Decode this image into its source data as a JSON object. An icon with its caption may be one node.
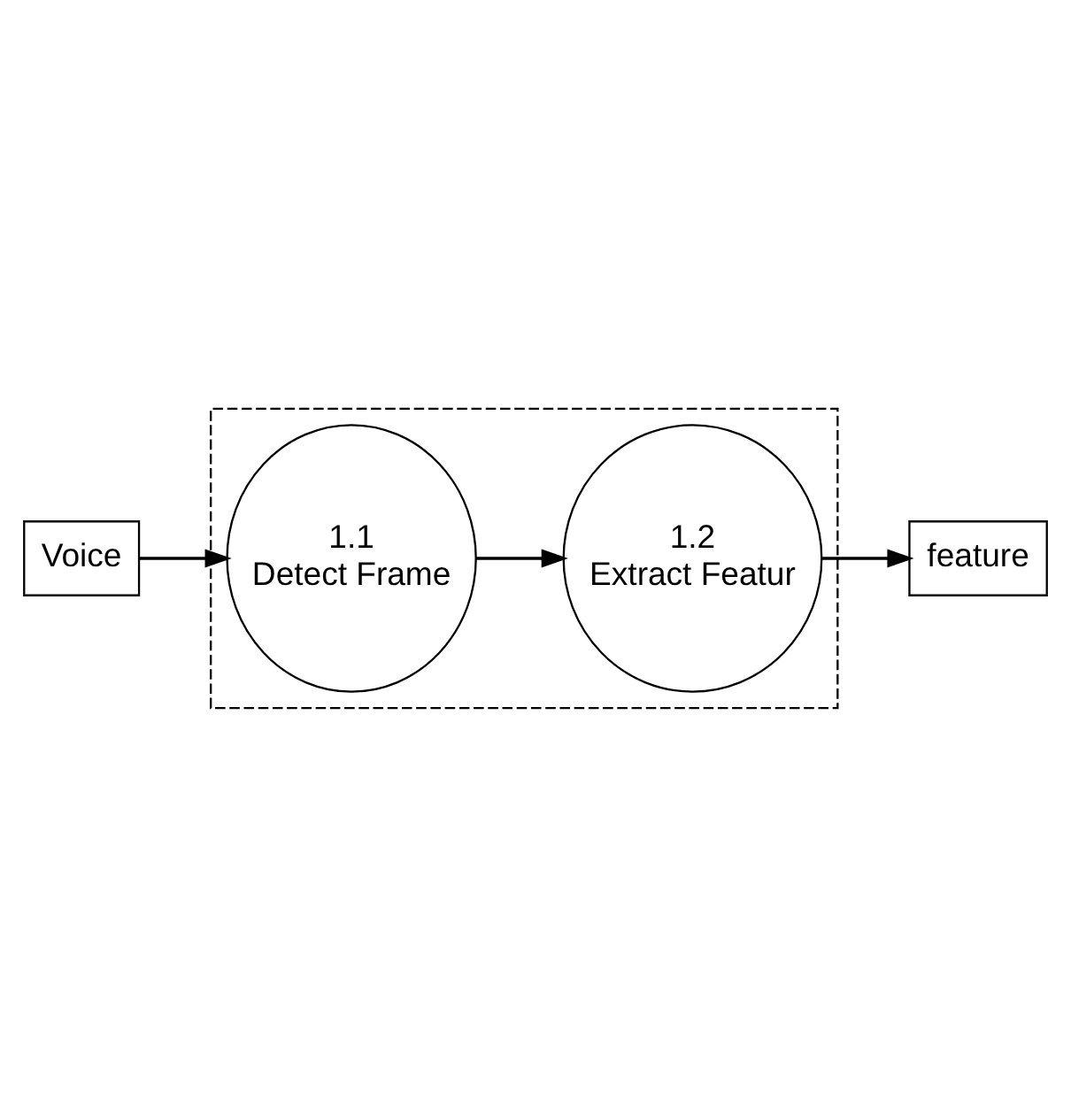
{
  "diagram": {
    "nodes": [
      {
        "text": [],
        "shape": "box"
      },
      {
        "text": [
          "Voice"
        ]
      },
      {
        "text": [
          "1.1",
          "Detect Frame"
        ],
        "in": 0
      },
      {
        "text": [
          "1.2",
          "Extract Featur"
        ],
        "in": 0
      },
      {
        "text": [
          "feature"
        ]
      }
    ],
    "edges": [
      {
        "from": 1,
        "to": 2,
        "arrow": "to"
      },
      {
        "from": 2,
        "to": 3,
        "arrow": "to"
      },
      {
        "from": 3,
        "to": 4,
        "arrow": "to"
      }
    ]
  }
}
